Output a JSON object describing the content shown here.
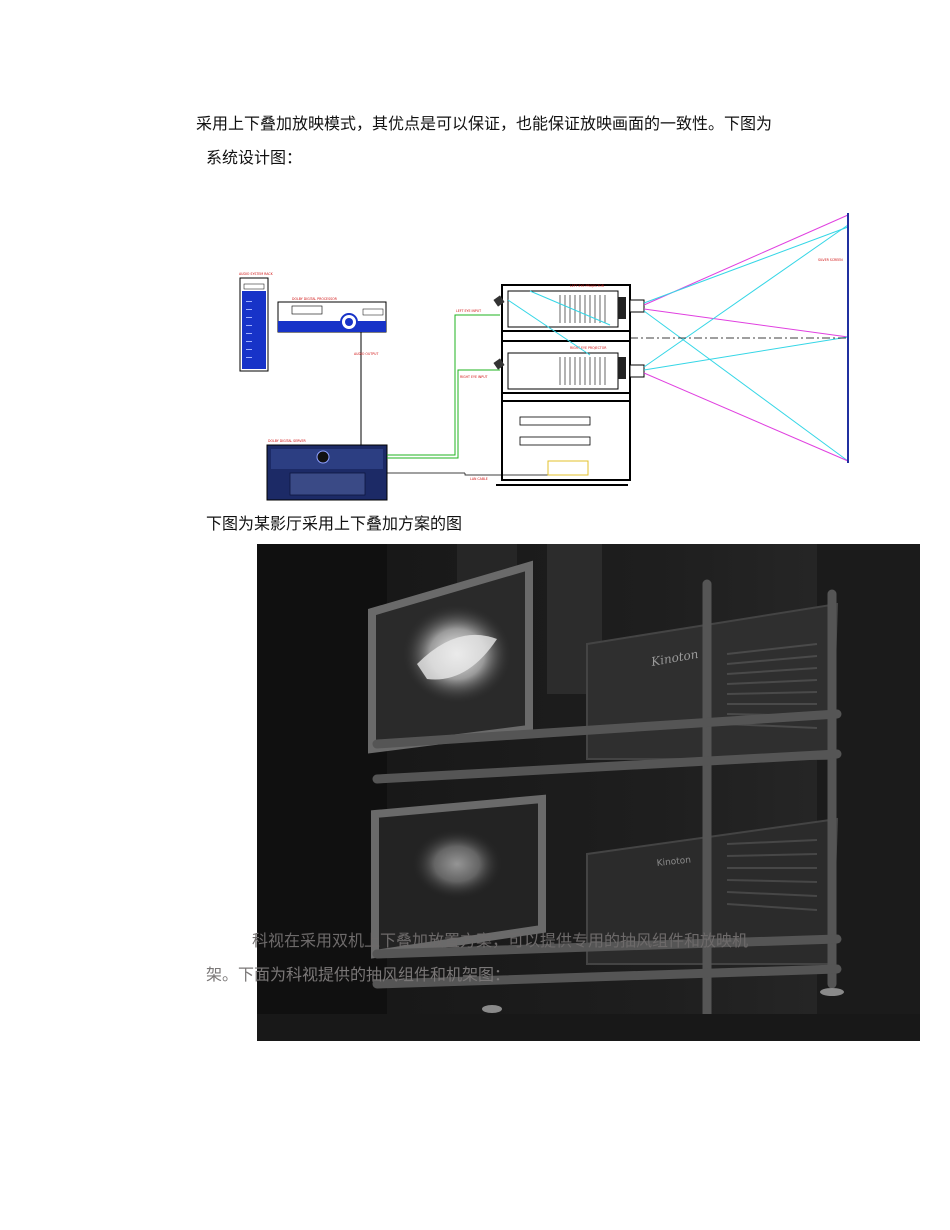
{
  "paragraph1": {
    "line1": "采用上下叠加放映模式，其优点是可以保证，也能保证放映画面的一致性。下图为",
    "line2": "系统设计图："
  },
  "diagram": {
    "labels": {
      "audio_rack": "AUDIO SYSTEM RACK",
      "processor": "DOLBY DIGITAL PROCESSOR",
      "audio_output": "AUDIO OUTPUT",
      "server": "DOLBY DIGITAL SERVER",
      "left_projector": "LEFT EYE PROJECTOR",
      "right_projector": "RIGHT EYE PROJECTOR",
      "screen": "SILVER SCREEN",
      "left_input": "LEFT EYE INPUT",
      "right_input": "RIGHT EYE INPUT",
      "lan_cable": "LAN CABLE"
    },
    "colors": {
      "cyan_beam": "#35d6e6",
      "magenta_beam": "#e040e0",
      "green_cable": "#1fb31f",
      "screen": "#2030a0",
      "label_red": "#d01010"
    }
  },
  "caption1": "下图为某影厅采用上下叠加方案的图",
  "photo": {
    "brand_top": "Kinoton",
    "brand_bottom": "Kinoton"
  },
  "paragraph2": {
    "line1": "科视在采用双机上下叠加放置方案，可以提供专用的抽风组件和放映机",
    "line2": "架。下面为科视提供的抽风组件和机架图："
  }
}
